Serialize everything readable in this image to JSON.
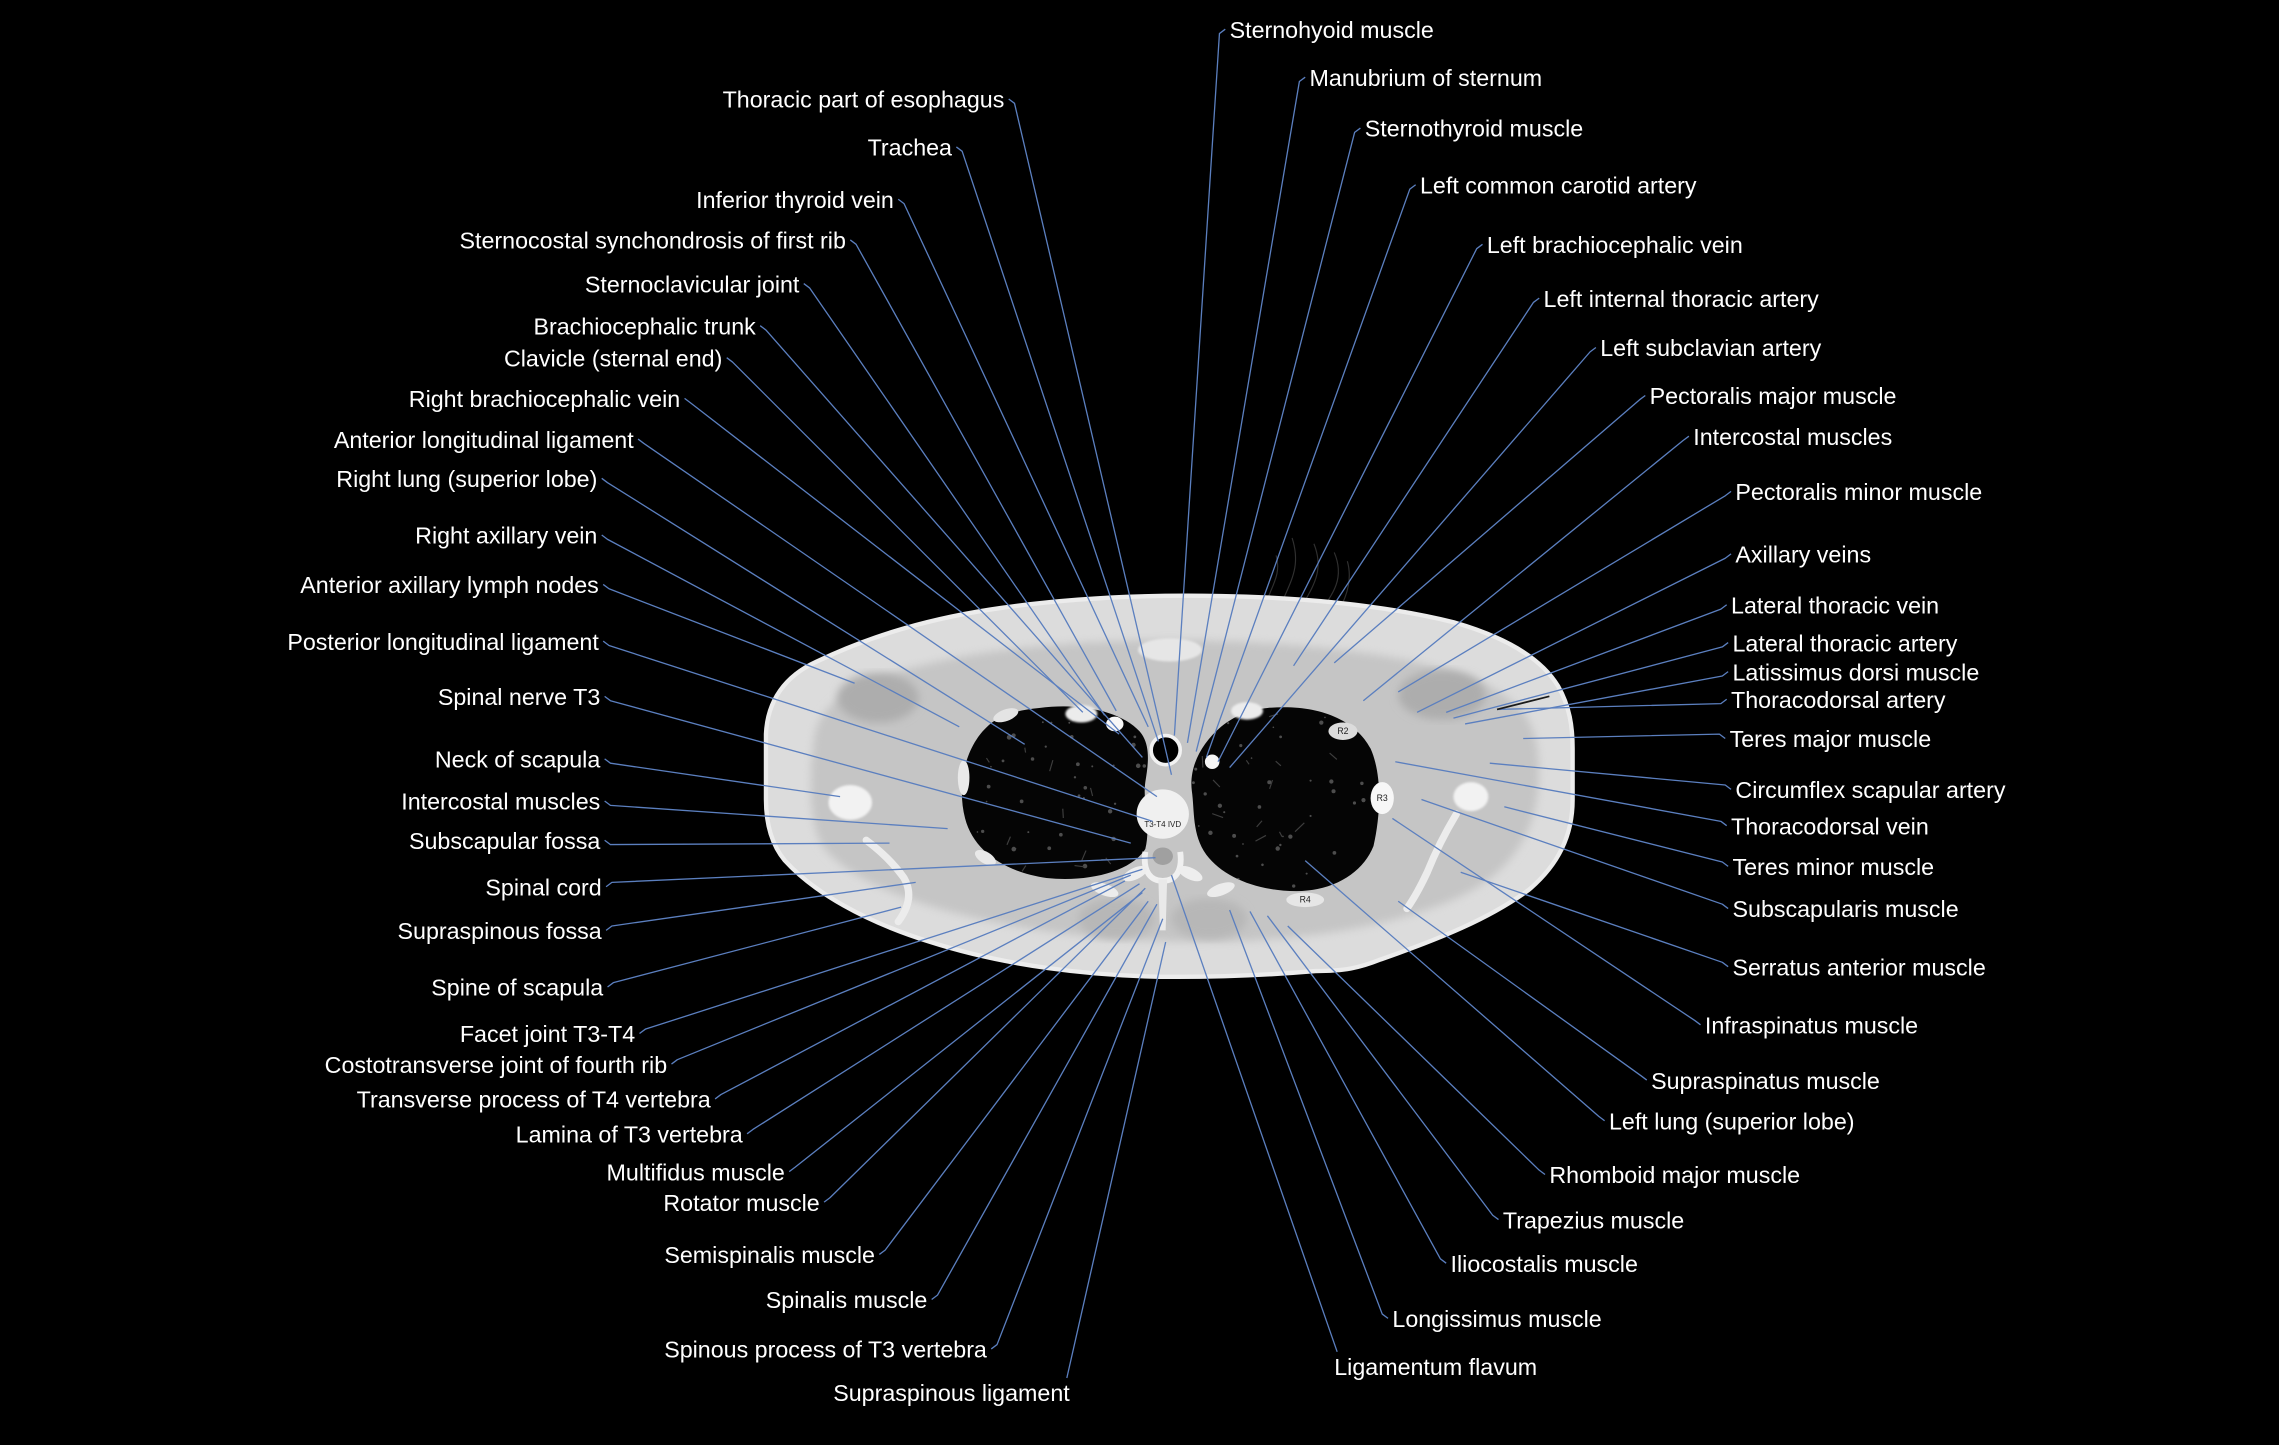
{
  "figure": {
    "slice_labels": {
      "rib_2": "R2",
      "rib_3": "R3",
      "rib_4": "R4",
      "disc": "T3-T4 IVD"
    },
    "left_labels": [
      "Thoracic part of esophagus",
      "Trachea",
      "Inferior thyroid vein",
      "Sternocostal synchondrosis of first rib",
      "Sternoclavicular joint",
      "Brachiocephalic trunk",
      "Clavicle (sternal end)",
      "Right brachiocephalic vein",
      "Anterior longitudinal ligament",
      "Right lung (superior lobe)",
      "Right axillary vein",
      "Anterior axillary lymph nodes",
      "Posterior longitudinal ligament",
      "Spinal nerve T3",
      "Neck of scapula",
      "Intercostal muscles",
      "Subscapular fossa",
      "Spinal cord",
      "Supraspinous fossa",
      "Spine of scapula",
      "Facet joint T3-T4",
      "Costotransverse joint of fourth rib",
      "Transverse process of T4 vertebra",
      "Lamina of T3 vertebra",
      "Multifidus muscle",
      "Rotator muscle",
      "Semispinalis muscle",
      "Spinalis muscle",
      "Spinous process of T3 vertebra",
      "Supraspinous ligament"
    ],
    "right_labels": [
      "Sternohyoid muscle",
      "Manubrium of sternum",
      "Sternothyroid muscle",
      "Left common carotid artery",
      "Left brachiocephalic vein",
      "Left internal thoracic artery",
      "Left subclavian artery",
      "Pectoralis major muscle",
      "Intercostal muscles",
      "Pectoralis minor muscle",
      "Axillary veins",
      "Lateral thoracic vein",
      "Lateral thoracic artery",
      "Latissimus dorsi muscle",
      "Thoracodorsal artery",
      "Teres major muscle",
      "Circumflex scapular artery",
      "Thoracodorsal vein",
      "Teres minor muscle",
      "Subscapularis muscle",
      "Serratus anterior muscle",
      "Infraspinatus muscle",
      "Supraspinatus muscle",
      "Left lung (superior lobe)",
      "Rhomboid major muscle",
      "Trapezius muscle",
      "Iliocostalis muscle",
      "Longissimus muscle",
      "Ligamentum flavum"
    ]
  },
  "colors": {
    "background": "#000000",
    "label_text": "#ffffff",
    "leader_line": "#5b7fbf"
  }
}
